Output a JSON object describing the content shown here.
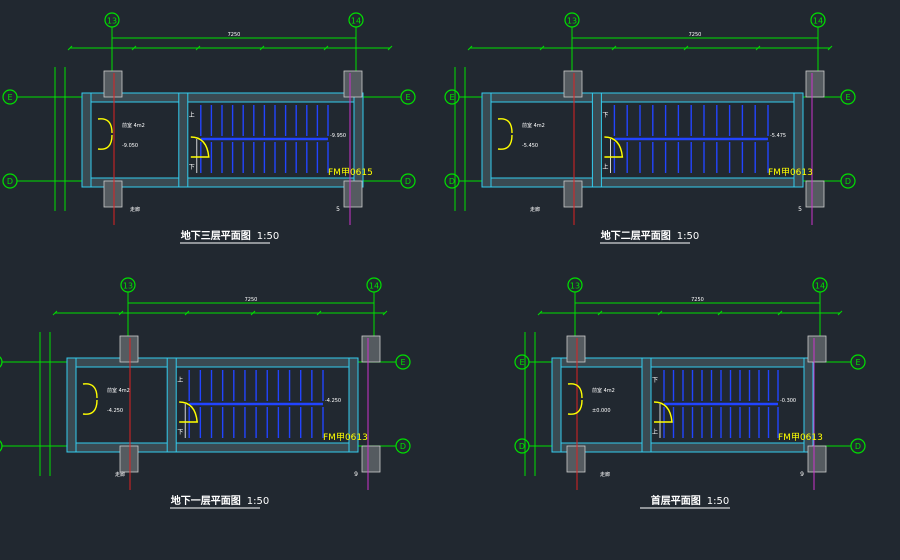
{
  "colors": {
    "background": "#212830",
    "axis": "#00e000",
    "wall_fill": "#3a4a52",
    "wall_edge": "#33ccee",
    "column": "#888888",
    "stair": "#2244ff",
    "door": "#ffff00",
    "text": "#ffffff",
    "edge_red": "#dd2222",
    "edge_magenta": "#cc33cc"
  },
  "plans": [
    {
      "title": "地下三层平面图",
      "scale": "1:50",
      "axis_left": "13",
      "axis_right": "14",
      "row_top": "E",
      "row_bottom": "D",
      "overall_dim": "7250",
      "room_label": "前室 4m2",
      "level_room": "-9.050",
      "level_stair": "-9.950",
      "stair_label": "上",
      "stair_label2": "下",
      "door_tag": "FM甲0615",
      "corridor_label": "走廊",
      "side_label": "5"
    },
    {
      "title": "地下二层平面图",
      "scale": "1:50",
      "axis_left": "13",
      "axis_right": "14",
      "row_top": "E",
      "row_bottom": "D",
      "overall_dim": "7250",
      "room_label": "前室 4m2",
      "level_room": "-5.450",
      "level_stair": "-5.475",
      "stair_label": "下",
      "stair_label2": "上",
      "door_tag": "FM甲0613",
      "corridor_label": "走廊",
      "side_label": "5"
    },
    {
      "title": "地下一层平面图",
      "scale": "1:50",
      "axis_left": "13",
      "axis_right": "14",
      "row_top": "E",
      "row_bottom": "D",
      "overall_dim": "7250",
      "room_label": "前室 4m2",
      "level_room": "-4.250",
      "level_stair": "-4.250",
      "stair_label": "上",
      "stair_label2": "下",
      "door_tag": "FM甲0613",
      "corridor_label": "走廊",
      "side_label": "9"
    },
    {
      "title": "首层平面图",
      "scale": "1:50",
      "axis_left": "13",
      "axis_right": "14",
      "row_top": "E",
      "row_bottom": "D",
      "overall_dim": "7250",
      "room_label": "前室 4m2",
      "level_room": "±0.000",
      "level_stair": "-0.300",
      "stair_label": "下",
      "stair_label2": "上",
      "door_tag": "FM甲0613",
      "corridor_label": "走廊",
      "side_label": "9"
    }
  ]
}
